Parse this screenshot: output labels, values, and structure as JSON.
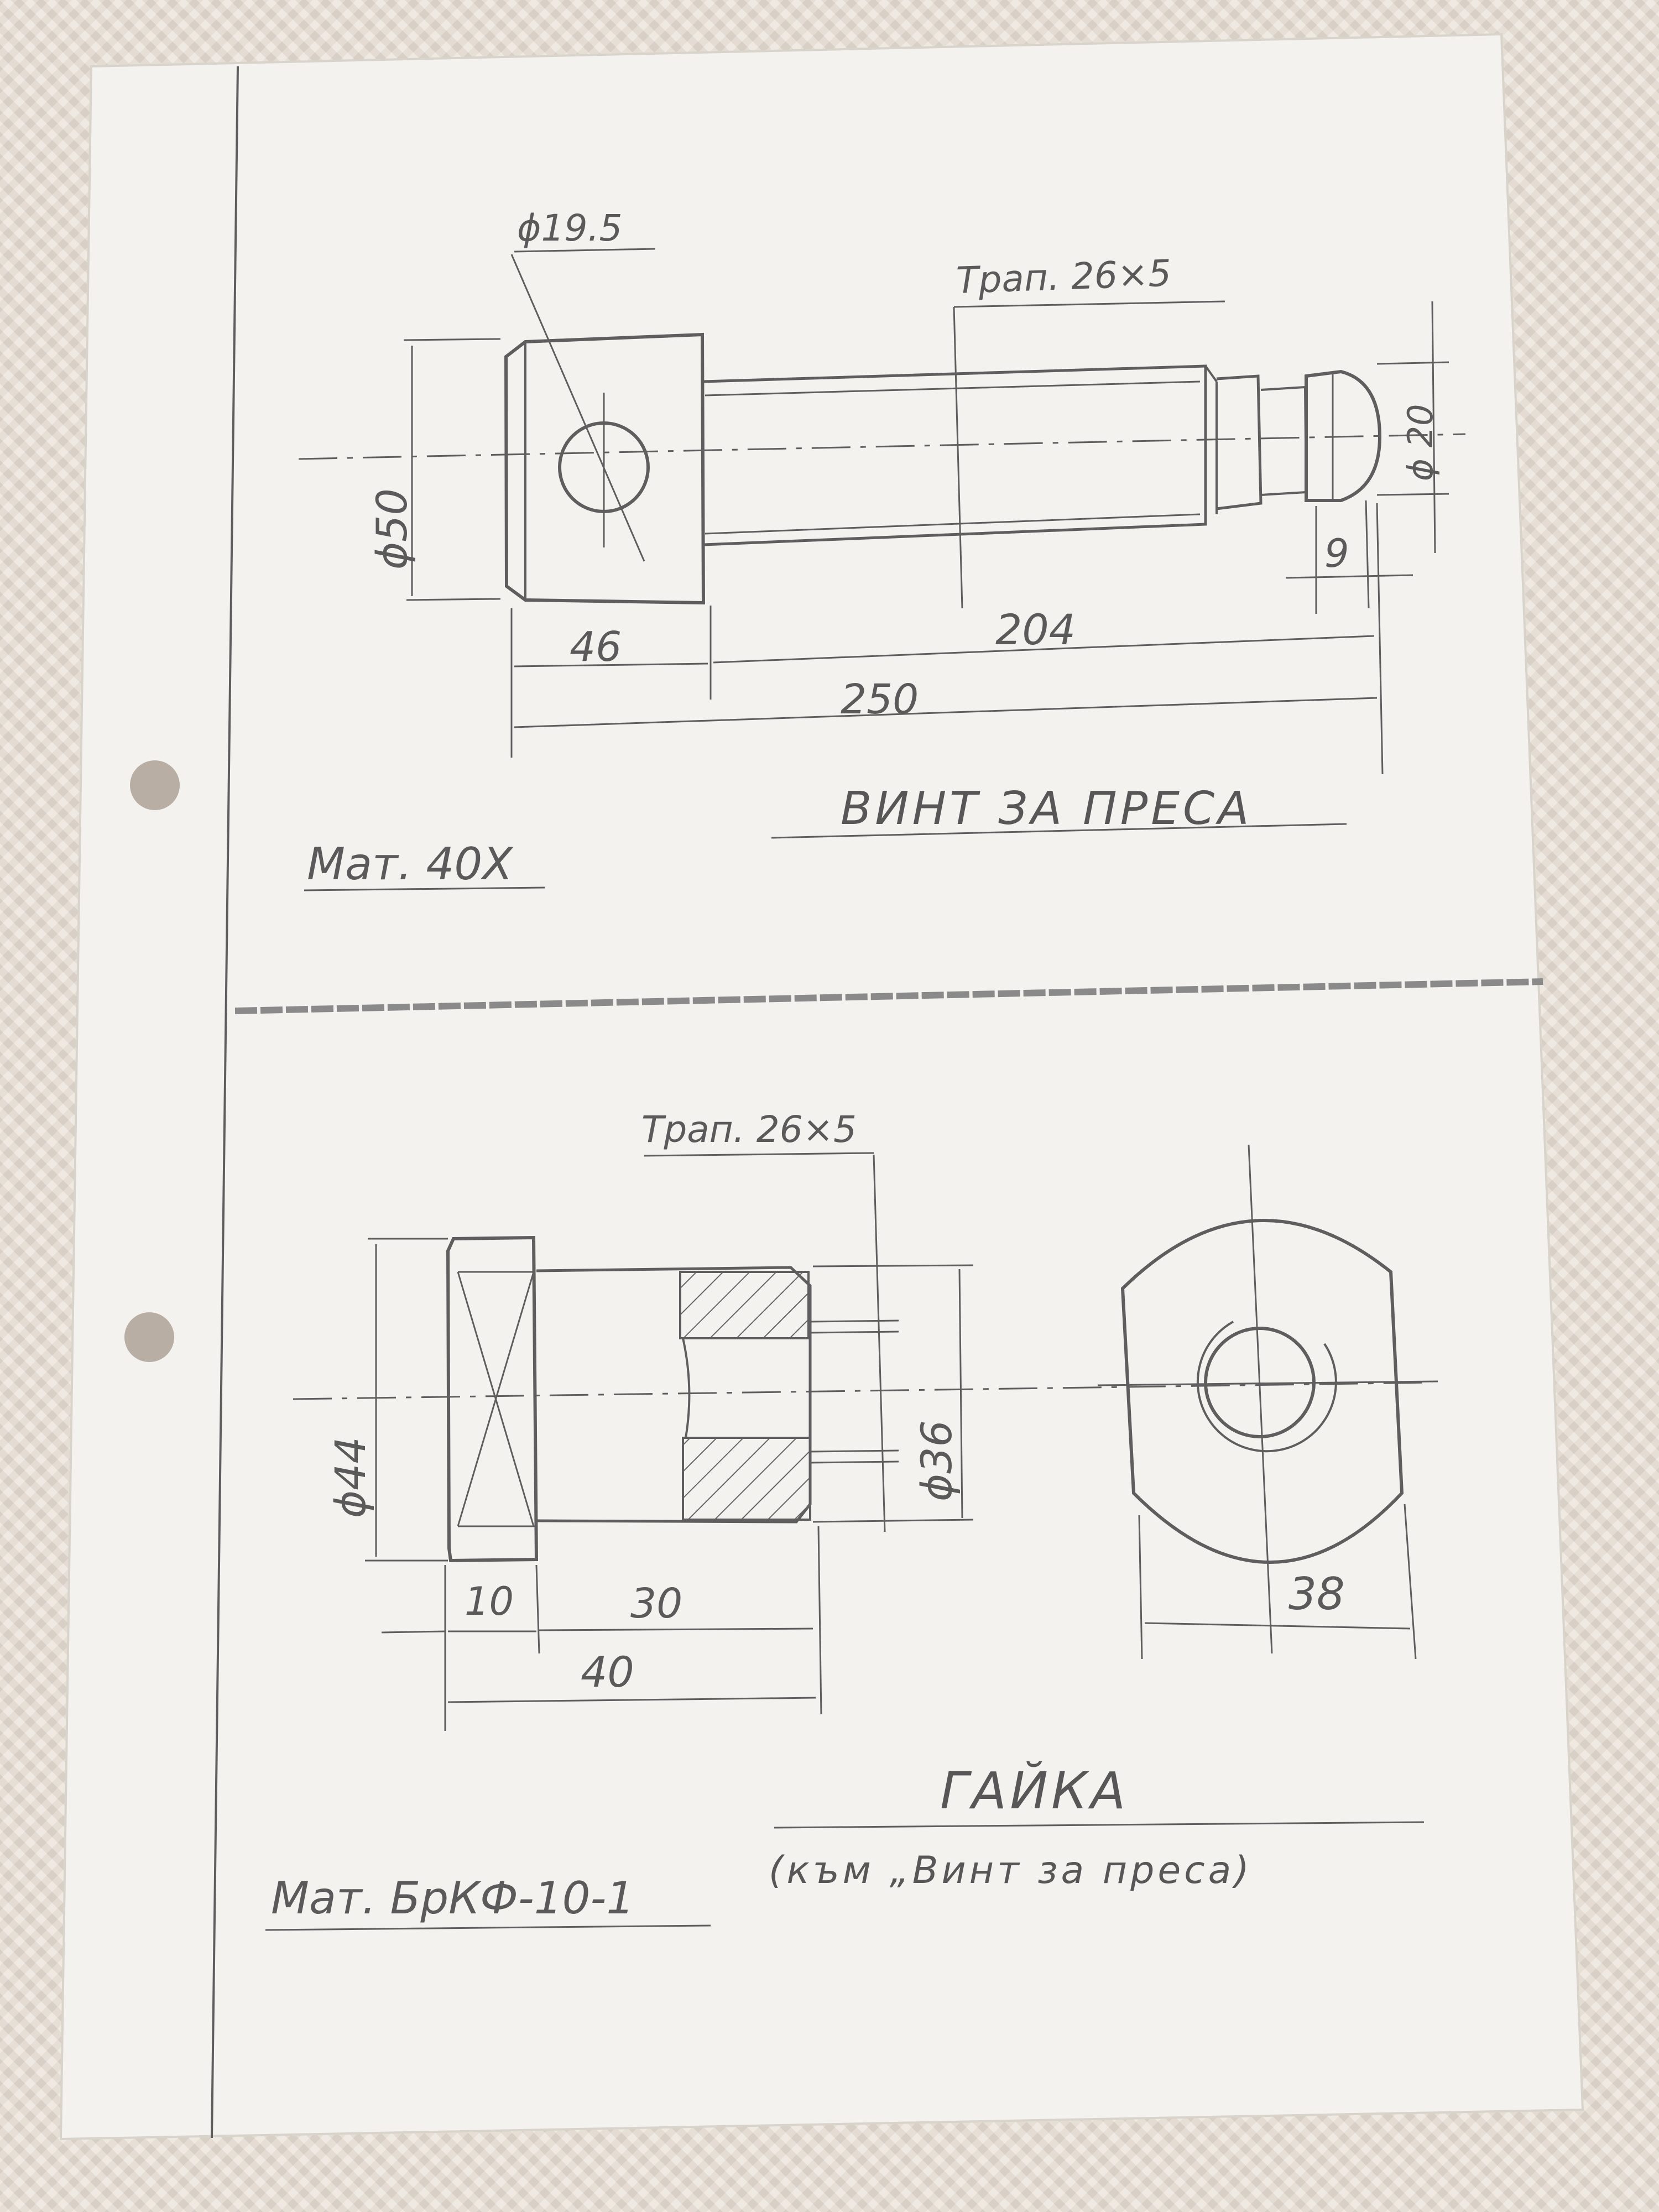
{
  "top_part": {
    "title": "ВИНТ ЗА ПРЕСА",
    "material": "Мат. 40Х",
    "dim_hole": "ϕ19.5",
    "dim_thread": "Трап. 26×5",
    "dim_head_diameter": "ϕ50",
    "dim_end_diameter": "ϕ 20",
    "dim_end_length": "9",
    "dim_head_length": "46",
    "dim_shaft_length": "204",
    "dim_total_length": "250"
  },
  "bottom_part": {
    "title": "ГАЙКА",
    "subtitle": "(към „Винт за преса)",
    "material": "Мат. БрКФ-10-1",
    "dim_thread": "Трап. 26×5",
    "dim_flange_diameter": "ϕ44",
    "dim_body_diameter": "ϕ36",
    "dim_flange_length": "10",
    "dim_body_length": "30",
    "dim_total_length": "40",
    "dim_width_across_flats": "38"
  },
  "colors": {
    "paper": "#f4f2ee",
    "pencil": "#5e5e5e",
    "background": "#e6ddd2"
  }
}
